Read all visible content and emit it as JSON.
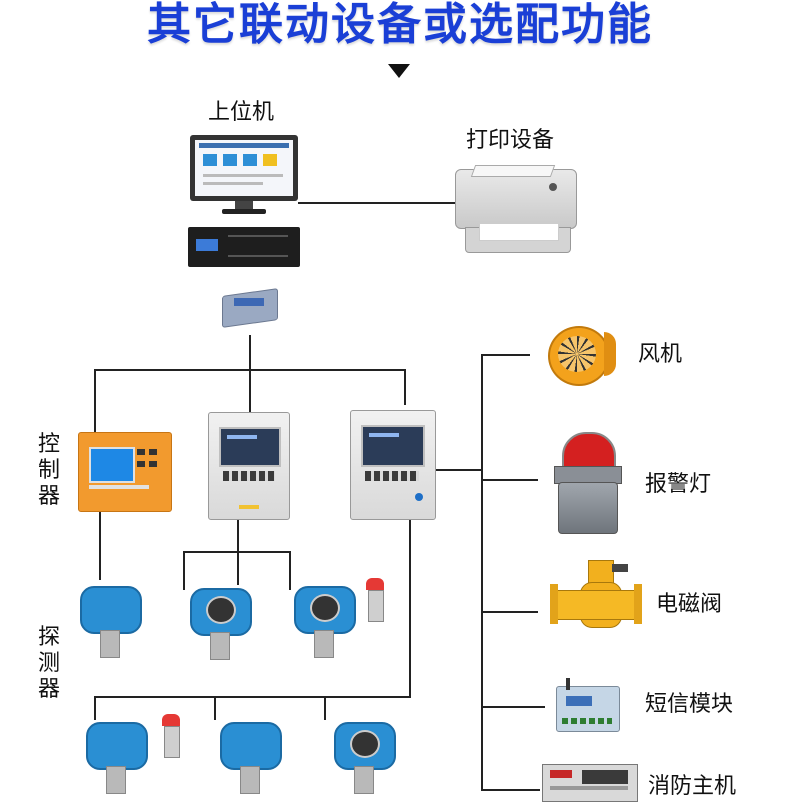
{
  "title": "其它联动设备或选配功能",
  "labels": {
    "host_pc": "上位机",
    "printer": "打印设备",
    "controller": "控制器",
    "detector": "探测器",
    "fan": "风机",
    "alarm_light": "报警灯",
    "solenoid_valve": "电磁阀",
    "sms_module": "短信模块",
    "fire_host": "消防主机"
  }
}
